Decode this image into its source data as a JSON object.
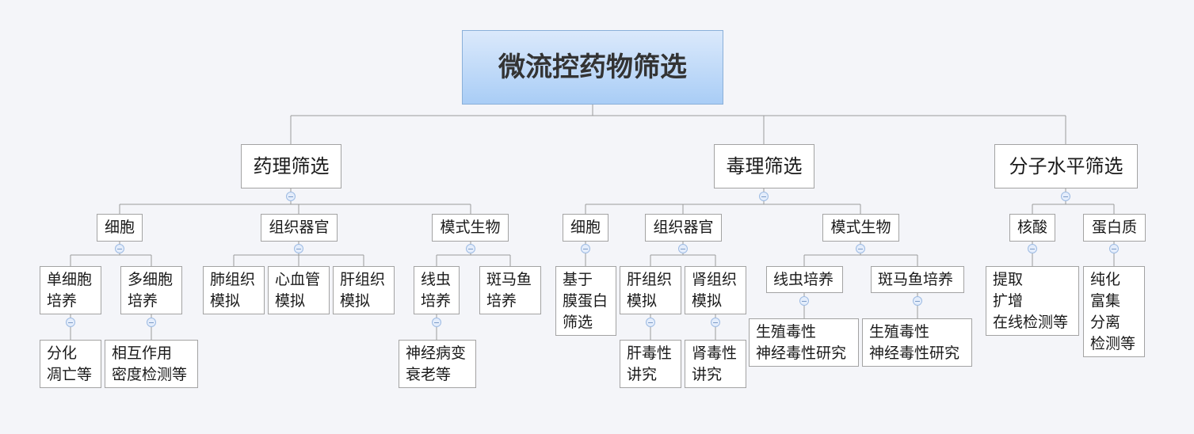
{
  "root": "微流控药物筛选",
  "branches": {
    "pharm": {
      "label": "药理筛选",
      "cell": {
        "label": "细胞",
        "single": "单细胞\n培养",
        "single_leaf": "分化\n凋亡等",
        "multi": "多细胞\n培养",
        "multi_leaf": "相互作用\n密度检测等"
      },
      "tissue": {
        "label": "组织器官",
        "lung": "肺组织\n模拟",
        "heart": "心血管\n模拟",
        "liver": "肝组织\n模拟"
      },
      "model": {
        "label": "模式生物",
        "worm": "线虫\n培养",
        "worm_leaf": "神经病变\n衰老等",
        "fish": "斑马鱼\n培养"
      }
    },
    "tox": {
      "label": "毒理筛选",
      "cell": {
        "label": "细胞",
        "leaf": "基于\n膜蛋白\n筛选"
      },
      "tissue": {
        "label": "组织器官",
        "liver": "肝组织\n模拟",
        "liver_leaf": "肝毒性\n讲究",
        "kidney": "肾组织\n模拟",
        "kidney_leaf": "肾毒性\n讲究"
      },
      "model": {
        "label": "模式生物",
        "worm": "线虫培养",
        "worm_leaf": "生殖毒性\n神经毒性研究",
        "fish": "斑马鱼培养",
        "fish_leaf": "生殖毒性\n神经毒性研究"
      }
    },
    "mol": {
      "label": "分子水平筛选",
      "nucleic": {
        "label": "核酸",
        "leaf": "提取\n扩增\n在线检测等"
      },
      "protein": {
        "label": "蛋白质",
        "leaf": "纯化\n富集\n分离\n检测等"
      }
    }
  }
}
